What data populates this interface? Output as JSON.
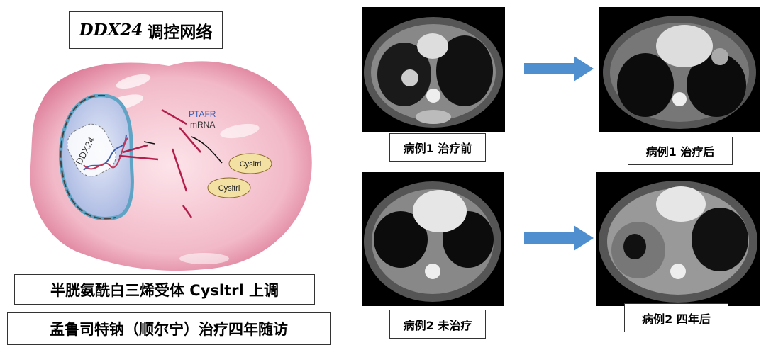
{
  "title": {
    "gene": "DDX24",
    "text": "调控网络"
  },
  "illustration": {
    "ddx_label": "DDX24",
    "ptafr_label": "PTAFR",
    "mrna_label": "mRNA",
    "protein_label_1": "Cysltrl",
    "protein_label_2": "Cysltrl"
  },
  "captions": {
    "upregulation": "半胱氨酰白三烯受体 Cysltrl 上调",
    "followup": "孟鲁司特钠（顺尔宁）治疗四年随访"
  },
  "scans": {
    "case1_before": "病例1  治疗前",
    "case1_after": "病例1  治疗后",
    "case2_untreated": "病例2  未治疗",
    "case2_after4y": "病例2  四年后"
  },
  "colors": {
    "arrow": "#4f8fcf",
    "cell": "#e9a2b6",
    "nucleus": "#b9c4e6"
  }
}
